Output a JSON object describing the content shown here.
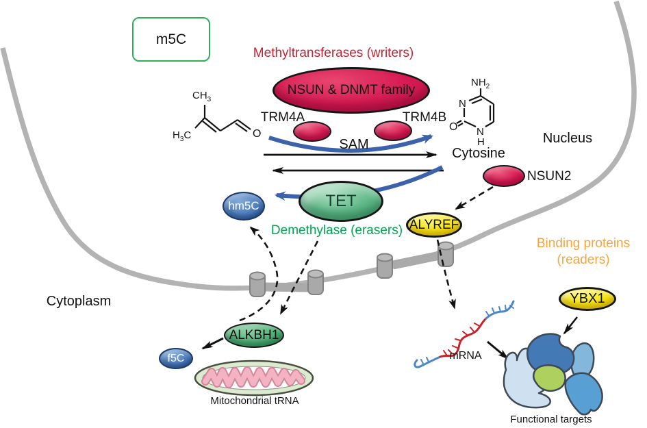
{
  "box": {
    "label": "m5C"
  },
  "headings": {
    "writers": "Methyltransferases (writers)",
    "erasers": "Demethylase (erasers)",
    "readers_line1": "Binding proteins",
    "readers_line2": "(readers)"
  },
  "labels": {
    "nucleus": "Nucleus",
    "cytoplasm": "Cytoplasm",
    "sam": "SAM",
    "cytosine": "Cytosine",
    "trm4a": "TRM4A",
    "trm4b": "TRM4B",
    "nsun2": "NSUN2",
    "mrna": "mRNA",
    "mito": "Mitochondrial tRNA",
    "targets": "Functional targets"
  },
  "ellipses": {
    "nsun_dnmt": "NSUN & DNMT family",
    "tet": "TET",
    "alyref": "ALYREF",
    "ybx1": "YBX1",
    "alkbh1": "ALKBH1",
    "hm5c": "hm5C",
    "f5c": "f5C"
  },
  "chemistry": {
    "left_molecule": {
      "ch3_main": "CH",
      "ch3_sub": "3",
      "h3c_h": "H",
      "h3c_sub": "3",
      "h3c_c": "C",
      "o": "O"
    },
    "cytosine_ring": {
      "nh2_main": "NH",
      "nh2_sub": "2",
      "n_top": "N",
      "o": "O",
      "n_bottom": "N",
      "h": "H"
    }
  },
  "colors": {
    "writers_text": "#c52233",
    "erasers_text": "#00a551",
    "readers_text": "#f5a43c",
    "crimson_oval": "#d61b53",
    "green_oval": "#54b47d",
    "yellow_oval": "#f7e60e",
    "blue_oval": "#4d7dbd",
    "arrow_blue": "#3b62aa",
    "membrane_gray": "#b3b3b3",
    "box_border_green": "#2db157",
    "mrna_red": "#cc2026",
    "mrna_blue": "#4a86c8",
    "mito_pink": "#f4b3c3",
    "mito_green": "#dcead0"
  }
}
